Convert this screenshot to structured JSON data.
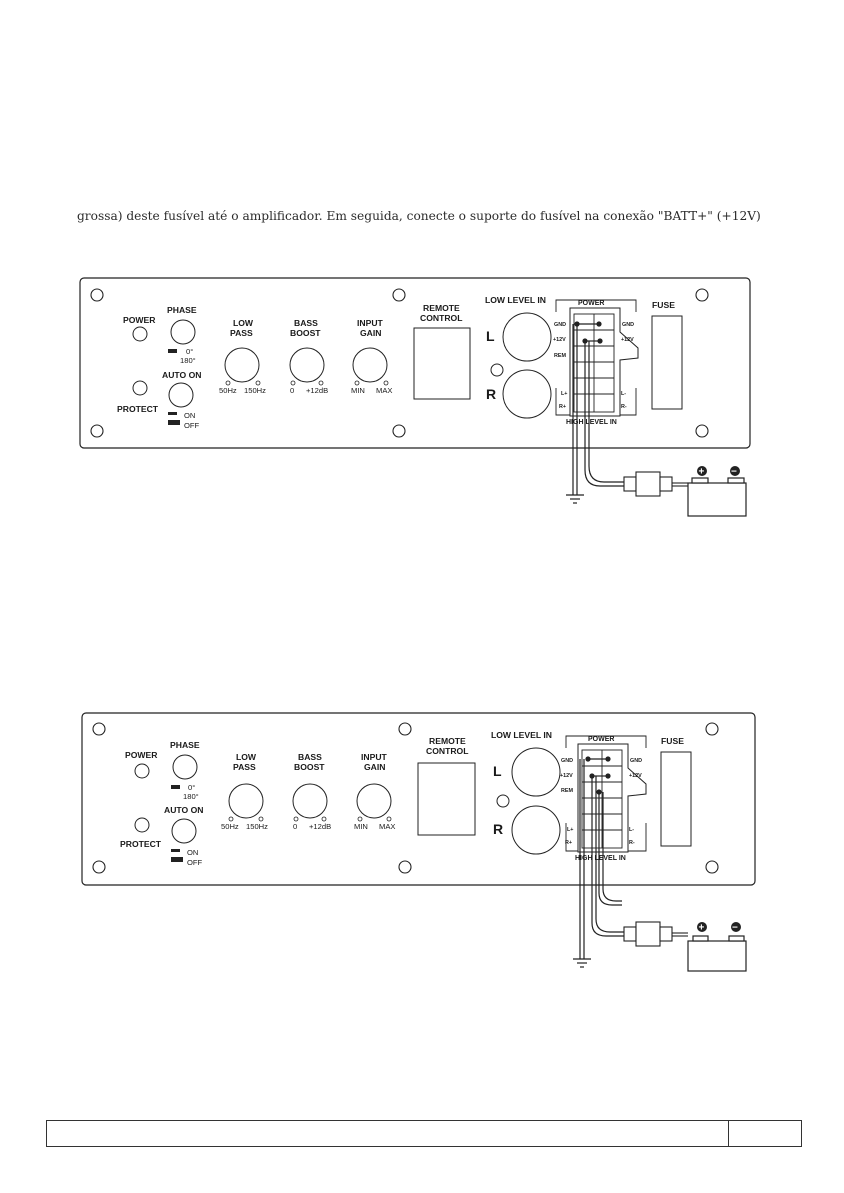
{
  "intro_text": "grossa) deste fusível até o amplificador. Em seguida, conecte o suporte do fusível na conexão \"BATT+\" (+12V)",
  "panel": {
    "power": "POWER",
    "protect": "PROTECT",
    "phase": "PHASE",
    "phase_0": "0°",
    "phase_180": "180°",
    "auto_on": "AUTO  ON",
    "auto_on_on": "ON",
    "auto_on_off": "OFF",
    "low_pass_1": "LOW",
    "low_pass_2": "PASS",
    "low_pass_min": "50Hz",
    "low_pass_max": "150Hz",
    "bass_boost_1": "BASS",
    "bass_boost_2": "BOOST",
    "bass_boost_min": "0",
    "bass_boost_max": "+12dB",
    "input_gain_1": "INPUT",
    "input_gain_2": "GAIN",
    "input_gain_min": "MIN",
    "input_gain_max": "MAX",
    "remote_control_1": "REMOTE",
    "remote_control_2": "CONTROL",
    "low_level_in": "LOW LEVEL IN",
    "channel_l": "L",
    "channel_r": "R",
    "power_block": "POWER",
    "gnd_left": "GND",
    "p12v_left": "+12V",
    "rem": "REM",
    "gnd_right": "GND",
    "p12v_right": "+12V",
    "l_plus": "L+",
    "r_plus": "R+",
    "l_minus": "L-",
    "r_minus": "R-",
    "high_level_in": "HIGH LEVEL IN",
    "fuse": "FUSE"
  },
  "battery": {
    "positive_symbol": "+",
    "negative_symbol": "−"
  },
  "footer": {
    "left": "",
    "page": ""
  }
}
